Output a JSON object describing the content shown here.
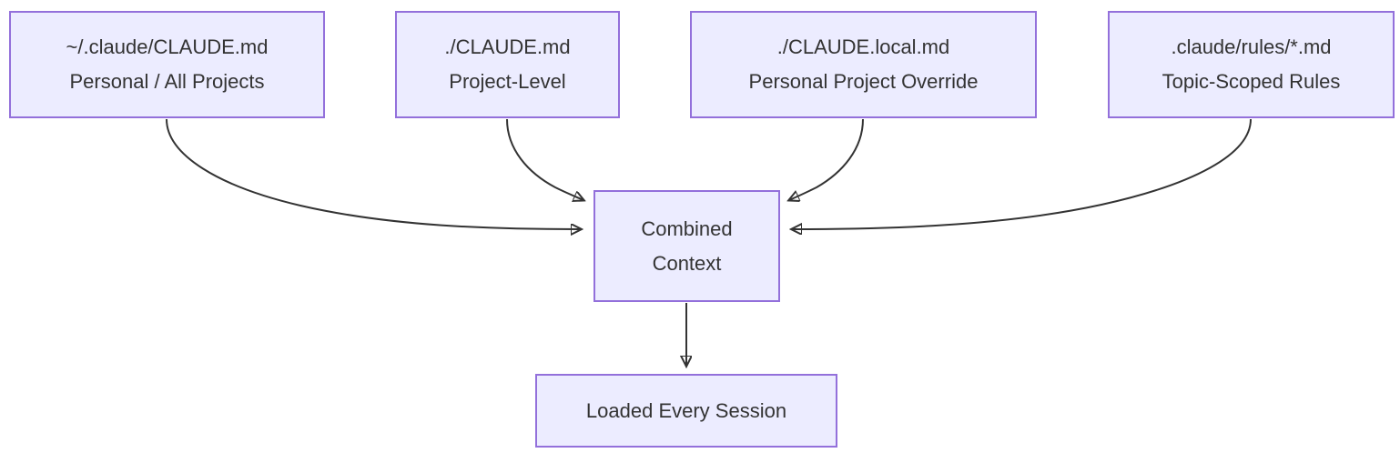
{
  "diagram": {
    "type": "flowchart",
    "direction": "top-down",
    "colors": {
      "node_fill": "#ECECFF",
      "node_border": "#9370DB",
      "edge": "#333333",
      "text": "#333333",
      "background": "#ffffff"
    },
    "nodes": {
      "global": {
        "id": "global-claude-md",
        "line1": "~/.claude/CLAUDE.md",
        "line2": "Personal / All Projects"
      },
      "project": {
        "id": "project-claude-md",
        "line1": "./CLAUDE.md",
        "line2": "Project-Level"
      },
      "local": {
        "id": "local-claude-md",
        "line1": "./CLAUDE.local.md",
        "line2": "Personal Project Override"
      },
      "rules": {
        "id": "rules-glob-md",
        "line1": ".claude/rules/*.md",
        "line2": "Topic-Scoped Rules"
      },
      "combined": {
        "id": "combined-context",
        "line1": "Combined",
        "line2": "Context"
      },
      "loaded": {
        "id": "loaded-every-session",
        "line1": "Loaded Every Session"
      }
    },
    "edges": [
      {
        "from": "global-claude-md",
        "to": "combined-context"
      },
      {
        "from": "project-claude-md",
        "to": "combined-context"
      },
      {
        "from": "local-claude-md",
        "to": "combined-context"
      },
      {
        "from": "rules-glob-md",
        "to": "combined-context"
      },
      {
        "from": "combined-context",
        "to": "loaded-every-session"
      }
    ]
  }
}
